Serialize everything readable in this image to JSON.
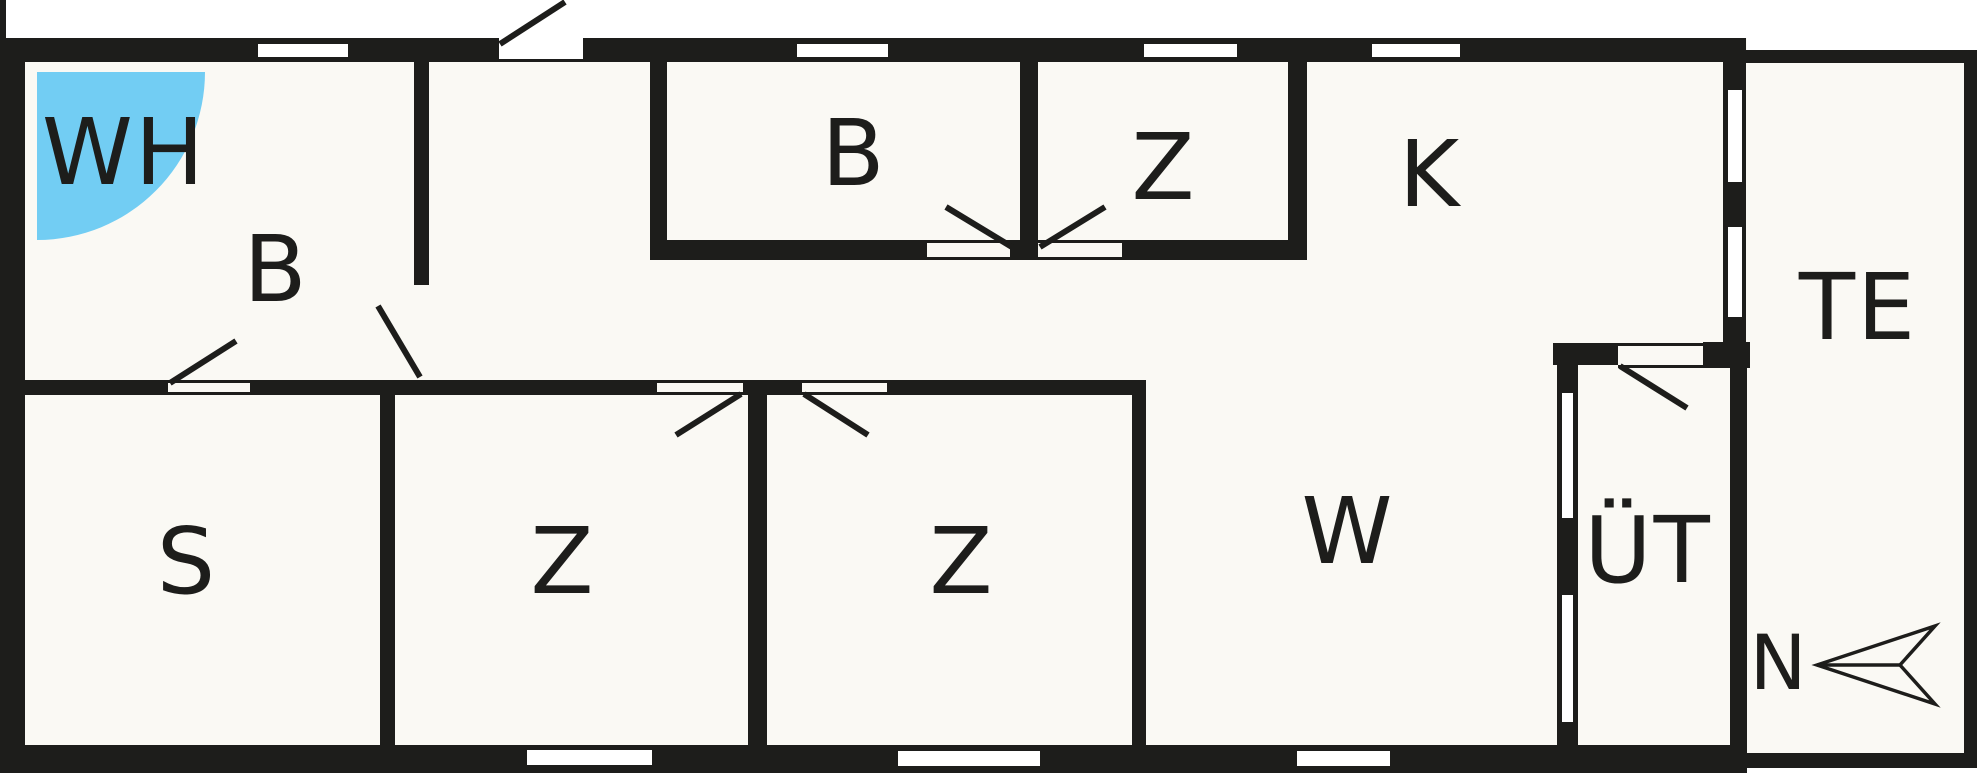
{
  "floorplan": {
    "rooms": [
      {
        "id": "wh",
        "label": "WH"
      },
      {
        "id": "entry-b",
        "label": "B"
      },
      {
        "id": "bath-b",
        "label": "B"
      },
      {
        "id": "bedroom-top",
        "label": "Z"
      },
      {
        "id": "kitchen-k",
        "label": "K"
      },
      {
        "id": "s-room",
        "label": "S"
      },
      {
        "id": "bedroom-left",
        "label": "Z"
      },
      {
        "id": "bedroom-right",
        "label": "Z"
      },
      {
        "id": "living-w",
        "label": "W"
      },
      {
        "id": "covered-terrace",
        "label": "ÜT"
      },
      {
        "id": "terrace-te",
        "label": "TE"
      }
    ],
    "compass": {
      "label": "N"
    },
    "colors": {
      "wall": "#1d1d1b",
      "floor": "#faf9f4",
      "outside": "#ffffff",
      "accent": "#72cdf3"
    }
  }
}
